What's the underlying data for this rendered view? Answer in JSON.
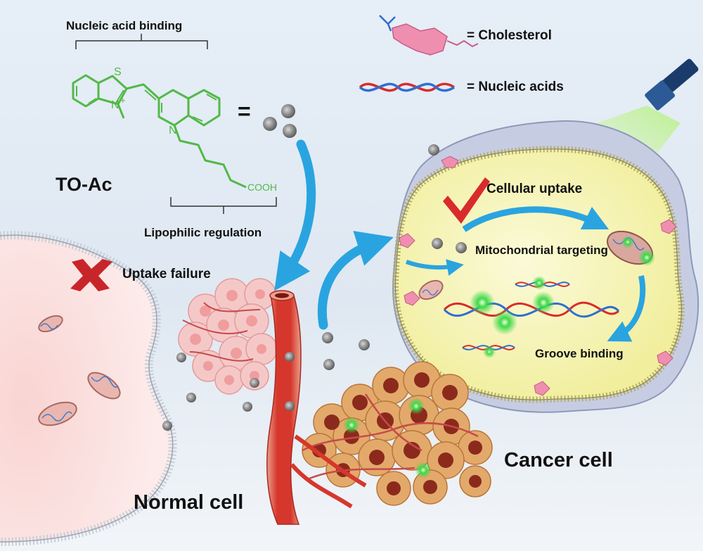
{
  "labels": {
    "nucleic_acid_binding": "Nucleic acid binding",
    "to_ac": "TO-Ac",
    "equals": "=",
    "lipophilic_regulation": "Lipophilic regulation",
    "cholesterol_legend": "= Cholesterol",
    "nucleic_acids_legend": "= Nucleic acids",
    "uptake_failure": "Uptake failure",
    "cellular_uptake": "Cellular uptake",
    "mitochondrial_targeting": "Mitochondrial targeting",
    "groove_binding": "Groove binding",
    "normal_cell": "Normal cell",
    "cancer_cell": "Cancer cell"
  },
  "molecule_labels": {
    "sulfur": "S",
    "nitrogen_plus": "N",
    "plus": "+",
    "nitrogen": "N",
    "cooh": "COOH"
  },
  "colors": {
    "molecule_green": "#52b947",
    "arrow_blue": "#2aa4e0",
    "check_red": "#d92b2b",
    "cholesterol_pink": "#ef8fb0",
    "cancer_cytoplasm": "#f6f3bd",
    "vessel_red": "#d6372c",
    "probe_gray": "#8a8a8a",
    "fluorescence_green": "#3fd94a"
  },
  "icons": [
    "check-mark-icon",
    "cross-mark-icon",
    "flashlight-icon",
    "mitochondrion-icon",
    "dna-icon",
    "cholesterol-icon"
  ]
}
